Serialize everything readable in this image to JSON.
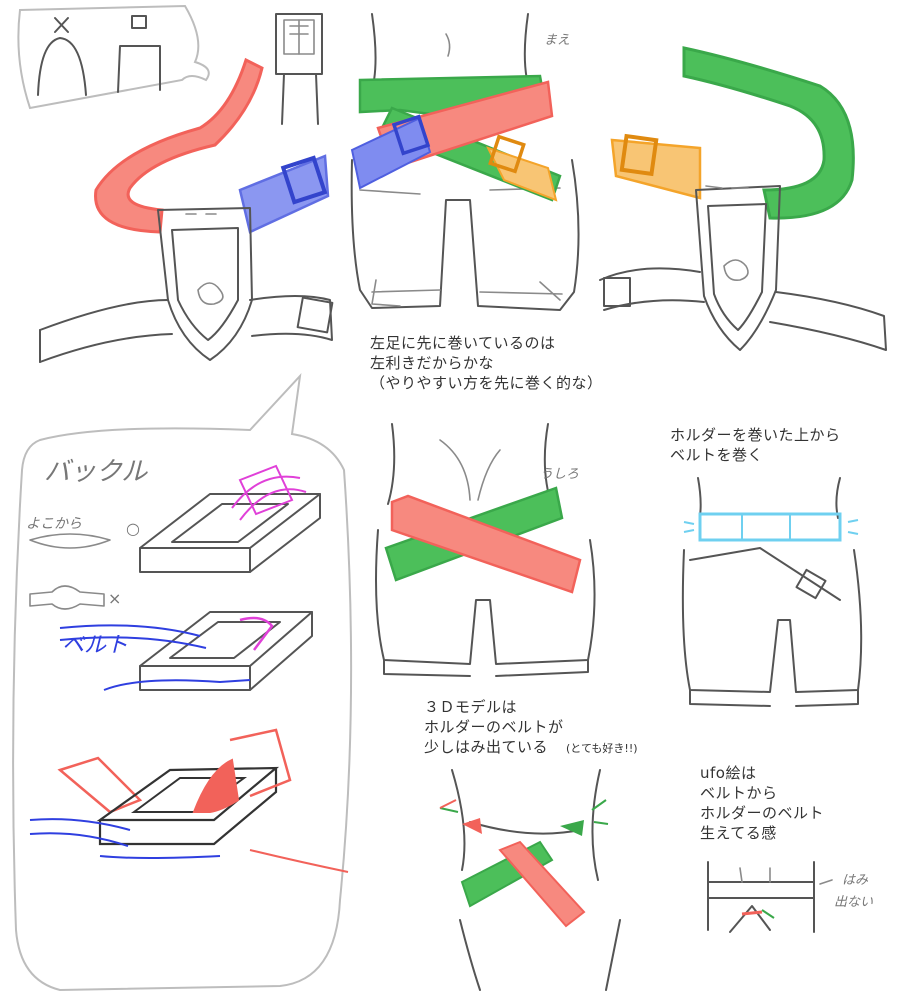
{
  "labels": {
    "front": "まえ",
    "back": "うしろ",
    "buckle_title": "バックル",
    "side_view": "よこから",
    "ok_mark": "○",
    "ng_mark": "×",
    "belt_word": "ベルト",
    "hami": "はみ",
    "denai": "出ない"
  },
  "notes": {
    "left_leg": [
      "左足に先に巻いているのは",
      "左利きだからかな",
      "（やりやすい方を先に巻く的な）"
    ],
    "holder_order": [
      "ホルダーを巻いた上から",
      "ベルトを巻く"
    ],
    "model_3d": [
      "３Ｄモデルは",
      "ホルダーのベルトが",
      "少しはみ出ている"
    ],
    "model_3d_aside": "(とても好き!!)",
    "ufo": [
      "ufo絵は",
      "ベルトから",
      "ホルダーのベルト",
      "生えてる感"
    ]
  },
  "colors": {
    "red": "#f2625a",
    "red_fill": "#f7897f",
    "green": "#3aa84a",
    "green_fill": "#4cbf5a",
    "blue": "#4f5fe0",
    "blue_fill": "#7f8cf0",
    "orange": "#f4a42a",
    "orange_fill": "#f8c574",
    "cyan": "#6fd0f0",
    "magenta": "#e040d8",
    "pencil": "#555555",
    "bubble": "#bdbdbd"
  }
}
